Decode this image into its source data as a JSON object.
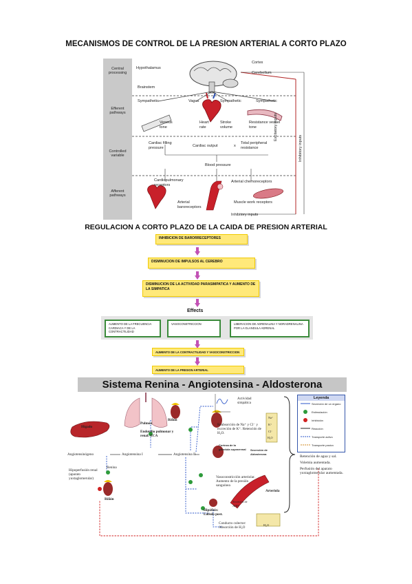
{
  "titles": {
    "short_term_mechanisms": "MECANISMOS DE CONTROL DE LA PRESION ARTERIAL A CORTO PLAZO",
    "short_term_regulation": "REGULACION A CORTO PLAZO DE LA CAIDA DE PRESION ARTERIAL",
    "raas": "Sistema Renina - Angiotensina - Aldosterona"
  },
  "figure1": {
    "sections": [
      "Central processing",
      "Efferent pathways",
      "Controlled variable",
      "Afferent pathways"
    ],
    "labels": {
      "hypothalamus": "Hypothalamus",
      "cortex": "Cortex",
      "cerebellum": "Cerebellum",
      "brainstem": "Brainstem",
      "sympathetic_left": "Sympathetic",
      "vagus": "Vagus",
      "sympathetic_mid": "Sympathetic",
      "sympathetic_right": "Sympathetic",
      "venous_tone": "Venous tone",
      "heart_rate": "Heart rate",
      "stroke_volume": "Stroke volume",
      "resistance_tone": "Resistance vessel tone",
      "cardiac_filling": "Cardiac filling pressure",
      "cardiac_output": "Cardiac output",
      "times": "x",
      "tpr": "Total peripheral resistance",
      "blood_pressure": "Blood pressure",
      "cardiopulmonary": "Cardiopulmonary receptors",
      "arterial_chemo": "Arterial chemoreceptors",
      "arterial_baro": "Arterial baroreceptors",
      "muscle_work": "Muscle work receptors",
      "inhibitory_inputs_bottom": "Inhibitory inputs",
      "excitatory_inputs": "Excitatory inputs",
      "inhibitory_inputs_side": "Inhibitory inputs"
    }
  },
  "flow": {
    "steps": [
      "INHIBICION DE BARORRECEPTORES",
      "DISMINUCION DE IMPULSOS AL CEREBRO",
      "DISMINUCION DE LA ACTIVIDAD PARASIMPATICA Y AUMENTO DE LA SIMPATICA"
    ],
    "effects_label": "Effects",
    "effects": [
      "AUMENTO DE LA FRECUENCIA CARDIACA Y DE LA CONTRACTILIDAD",
      "VASOCONSTRICCION",
      "LIBERACION DE ADRENALINA Y NORADRENALINA POR LA GLANDULA ADRENAL"
    ],
    "result1": "AUMENTO DE LA CONTRACTILIDAD Y VASOCONSTRICCION",
    "result2": "AUMENTO DE LA PRESION ARTERIAL"
  },
  "figure3": {
    "higado": "Hígado",
    "pulmon": "Pulmón",
    "rinon_top": "Riñón",
    "endotelio": "Endotelio pulmonar y renal: ECA",
    "angiotensinogeno": "Angiotensinógeno",
    "angiotensina1": "Angiotensina I",
    "angiotensina2": "Angiotensina II",
    "renina": "Renina",
    "hipoperfusion": "Hipoperfusión renal (aparato yuxtaglomerular)",
    "rinon_bottom": "Riñón",
    "actividad_simpatica": "Actividad simpática",
    "reabsorcion": "Reabsorción de Na⁺ y Cl⁻ y excreción de K⁺. Retención de H₂O.",
    "corteza": "Corteza de la glándula suprarrenal",
    "secrecion_aldosterona": "Secreción de Aldosterona",
    "vasoconstriccion": "Vasoconstricción arteriolar. Aumento de la presión sanguínea",
    "arteriola": "Arteriola",
    "hipofisis": "Hipófisis: Lóbulo post.",
    "secrecion_adh": "Secreción de ADH",
    "conducto": "Conducto colector: Absorción de H₂O",
    "tubule_ions": [
      "Na⁺",
      "K⁺",
      "Cl⁻",
      "H₂O"
    ],
    "h2o_box": "H₂O",
    "outcomes": [
      "Retención de agua y sal.",
      "Volemia aumentada.",
      "Perfusión del aparato yuxtaglomerular aumentada."
    ],
    "legend": {
      "title": "Leyenda",
      "items": [
        "Secreción de un órgano",
        "Estimulación",
        "Inhibición",
        "Reacción",
        "Transporte activo",
        "Transporte pasivo"
      ]
    },
    "colors": {
      "blue": "#2b55c8",
      "red": "#d02020",
      "green": "#2e9b3b",
      "banner": "#c6c6c6"
    }
  }
}
